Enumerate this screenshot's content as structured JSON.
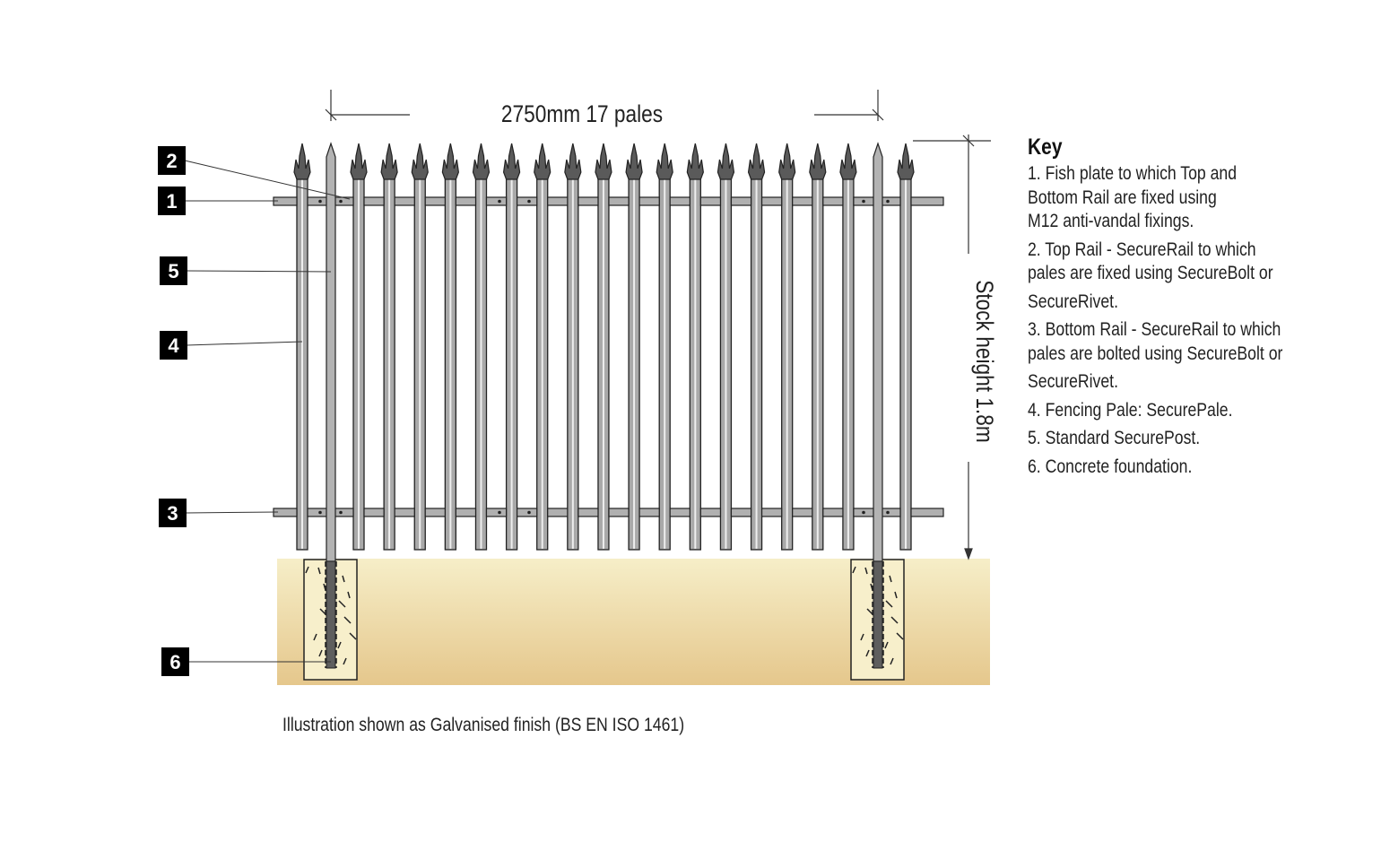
{
  "diagram": {
    "width_dimension": "2750mm 17 pales",
    "height_dimension": "Stock height 1.8m",
    "callouts": [
      "1",
      "2",
      "3",
      "4",
      "5",
      "6"
    ],
    "colors": {
      "pale": "#a9a9a9",
      "pale_tip": "#5a5a5a",
      "rail": "#b0b0b0",
      "ground_top": "#f6eec8",
      "ground_bottom": "#e5c78c",
      "concrete": "#f7efcb",
      "callout_box": "#000000"
    }
  },
  "key": {
    "title": "Key",
    "items": [
      [
        "1. Fish plate to which Top and",
        "Bottom Rail are fixed using",
        "M12 anti-vandal fixings."
      ],
      [
        "2. Top Rail - SecureRail to which",
        "pales are fixed using SecureBolt  or",
        "SecureRivet."
      ],
      [
        "3. Bottom Rail - SecureRail to which",
        "pales are bolted using SecureBolt or",
        "SecureRivet."
      ],
      [
        "4. Fencing Pale: SecurePale."
      ],
      [
        "5. Standard SecurePost."
      ],
      [
        "6. Concrete foundation."
      ]
    ]
  },
  "caption": "Illustration shown as Galvanised finish (BS EN ISO 1461)"
}
